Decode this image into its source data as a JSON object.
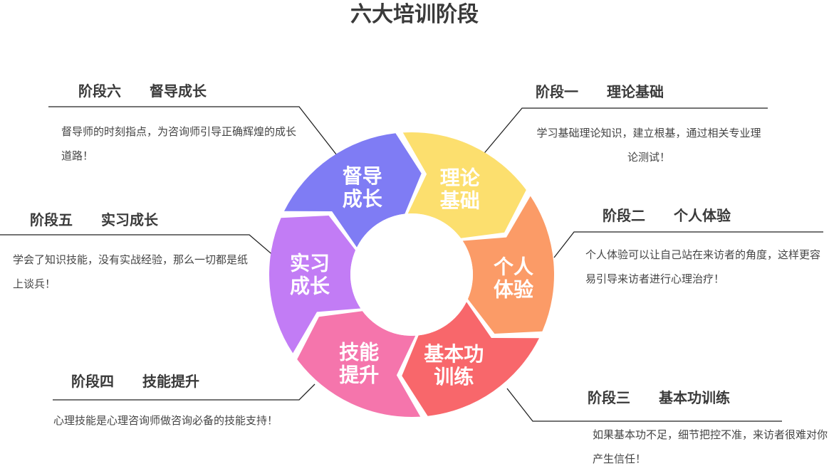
{
  "title": "六大培训阶段",
  "segments": [
    {
      "label_line1": "理论",
      "label_line2": "基础",
      "color": "#FCDF6E"
    },
    {
      "label_line1": "个人",
      "label_line2": "体验",
      "color": "#FB9B67"
    },
    {
      "label_line1": "基本功",
      "label_line2": "训练",
      "color": "#F8676B"
    },
    {
      "label_line1": "技能",
      "label_line2": "提升",
      "color": "#F575AC"
    },
    {
      "label_line1": "实习",
      "label_line2": "成长",
      "color": "#C27CF5"
    },
    {
      "label_line1": "督导",
      "label_line2": "成长",
      "color": "#7F7CF4"
    }
  ],
  "stages": [
    {
      "stage": "阶段一",
      "name": "理论基础",
      "desc": "学习基础理论知识，建立根基，通过相关专业理论测试！"
    },
    {
      "stage": "阶段二",
      "name": "个人体验",
      "desc": "个人体验可以让自己站在来访者的角度，这样更容易引导来访者进行心理治疗！"
    },
    {
      "stage": "阶段三",
      "name": "基本功训练",
      "desc": "如果基本功不足，细节把控不准，来访者很难对你产生信任！"
    },
    {
      "stage": "阶段四",
      "name": "技能提升",
      "desc": "心理技能是心理咨询师做咨询必备的技能支持！"
    },
    {
      "stage": "阶段五",
      "name": "实习成长",
      "desc": "学会了知识技能，没有实战经验，那么一切都是纸上谈兵！"
    },
    {
      "stage": "阶段六",
      "name": "督导成长",
      "desc": "督导师的时刻指点，为咨询师引导正确辉煌的成长道路！"
    }
  ]
}
